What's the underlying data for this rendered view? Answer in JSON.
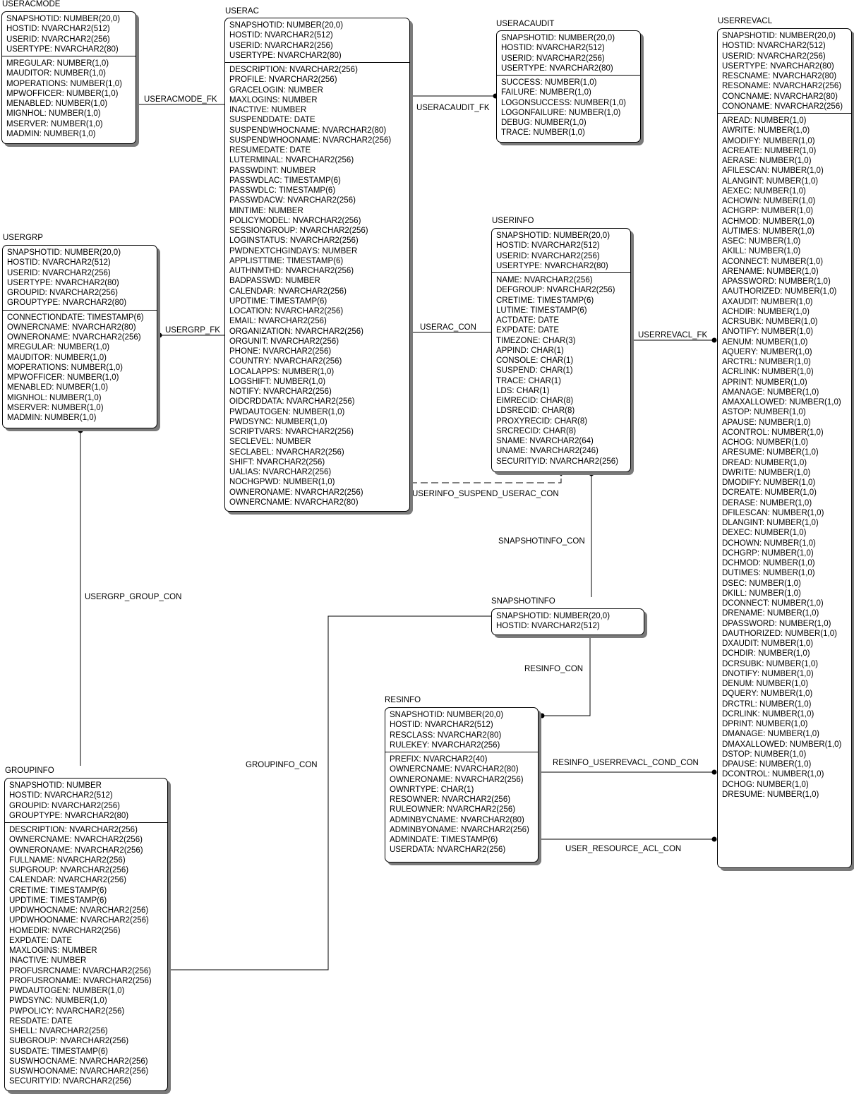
{
  "entities": {
    "useracmode": {
      "name": "USERACMODE",
      "keys": [
        "SNAPSHOTID: NUMBER(20,0)",
        "HOSTID: NVARCHAR2(512)",
        "USERID: NVARCHAR2(256)",
        "USERTYPE: NVARCHAR2(80)"
      ],
      "attributes": [
        "MREGULAR: NUMBER(1,0)",
        "MAUDITOR: NUMBER(1,0)",
        "MOPERATIONS: NUMBER(1,0)",
        "MPWOFFICER: NUMBER(1,0)",
        "MENABLED: NUMBER(1,0)",
        "MIGNHOL: NUMBER(1,0)",
        "MSERVER: NUMBER(1,0)",
        "MADMIN: NUMBER(1,0)"
      ]
    },
    "userac": {
      "name": "USERAC",
      "keys": [
        "SNAPSHOTID: NUMBER(20,0)",
        "HOSTID: NVARCHAR2(512)",
        "USERID: NVARCHAR2(256)",
        "USERTYPE: NVARCHAR2(80)"
      ],
      "attributes": [
        "DESCRIPTION: NVARCHAR2(256)",
        "PROFILE: NVARCHAR2(256)",
        "GRACELOGIN: NUMBER",
        "MAXLOGINS: NUMBER",
        "INACTIVE: NUMBER",
        "SUSPENDDATE: DATE",
        "SUSPENDWHOCNAME: NVARCHAR2(80)",
        "SUSPENDWHOONAME: NVARCHAR2(256)",
        "RESUMEDATE: DATE",
        "LUTERMINAL: NVARCHAR2(256)",
        "PASSWDINT: NUMBER",
        "PASSWDLAC: TIMESTAMP(6)",
        "PASSWDLC: TIMESTAMP(6)",
        "PASSWDACW: NVARCHAR2(256)",
        "MINTIME: NUMBER",
        "POLICYMODEL: NVARCHAR2(256)",
        "SESSIONGROUP: NVARCHAR2(256)",
        "LOGINSTATUS: NVARCHAR2(256)",
        "PWDNEXTCHGINDAYS: NUMBER",
        "APPLISTTIME: TIMESTAMP(6)",
        "AUTHNMTHD: NVARCHAR2(256)",
        "BADPASSWD: NUMBER",
        "CALENDAR: NVARCHAR2(256)",
        "UPDTIME: TIMESTAMP(6)",
        "LOCATION: NVARCHAR2(256)",
        "EMAIL: NVARCHAR2(256)",
        "ORGANIZATION: NVARCHAR2(256)",
        "ORGUNIT: NVARCHAR2(256)",
        "PHONE: NVARCHAR2(256)",
        "COUNTRY: NVARCHAR2(256)",
        "LOCALAPPS: NUMBER(1,0)",
        "LOGSHIFT: NUMBER(1,0)",
        "NOTIFY: NVARCHAR2(256)",
        "OIDCRDDATA: NVARCHAR2(256)",
        "PWDAUTOGEN: NUMBER(1,0)",
        "PWDSYNC: NUMBER(1,0)",
        "SCRIPTVARS: NVARCHAR2(256)",
        "SECLEVEL: NUMBER",
        "SECLABEL: NVARCHAR2(256)",
        "SHIFT: NVARCHAR2(256)",
        "UALIAS: NVARCHAR2(256)",
        "NOCHGPWD: NUMBER(1,0)",
        "OWNERONAME: NVARCHAR2(256)",
        "OWNERCNAME: NVARCHAR2(80)"
      ]
    },
    "useracaudit": {
      "name": "USERACAUDIT",
      "keys": [
        "SNAPSHOTID: NUMBER(20,0)",
        "HOSTID: NVARCHAR2(512)",
        "USERID: NVARCHAR2(256)",
        "USERTYPE: NVARCHAR2(80)"
      ],
      "attributes": [
        "SUCCESS: NUMBER(1,0)",
        "FAILURE: NUMBER(1,0)",
        "LOGONSUCCESS: NUMBER(1,0)",
        "LOGONFAILURE: NUMBER(1,0)",
        "DEBUG: NUMBER(1,0)",
        "TRACE: NUMBER(1,0)"
      ]
    },
    "userrevacl": {
      "name": "USERREVACL",
      "keys": [
        "SNAPSHOTID: NUMBER(20,0)",
        "HOSTID: NVARCHAR2(512)",
        "USERID: NVARCHAR2(256)",
        "USERTYPE: NVARCHAR2(80)",
        "RESCNAME: NVARCHAR2(80)",
        "RESONAME: NVARCHAR2(256)",
        "CONCNAME: NVARCHAR2(80)",
        "CONONAME: NVARCHAR2(256)"
      ],
      "attributes": [
        "AREAD: NUMBER(1,0)",
        "AWRITE: NUMBER(1,0)",
        "AMODIFY: NUMBER(1,0)",
        "ACREATE: NUMBER(1,0)",
        "AERASE: NUMBER(1,0)",
        "AFILESCAN: NUMBER(1,0)",
        "ALANGINT: NUMBER(1,0)",
        "AEXEC: NUMBER(1,0)",
        "ACHOWN: NUMBER(1,0)",
        "ACHGRP: NUMBER(1,0)",
        "ACHMOD: NUMBER(1,0)",
        "AUTIMES: NUMBER(1,0)",
        "ASEC: NUMBER(1,0)",
        "AKILL: NUMBER(1,0)",
        "ACONNECT: NUMBER(1,0)",
        "ARENAME: NUMBER(1,0)",
        "APASSWORD: NUMBER(1,0)",
        "AAUTHORIZED: NUMBER(1,0)",
        "AXAUDIT: NUMBER(1,0)",
        "ACHDIR: NUMBER(1,0)",
        "ACRSUBK: NUMBER(1,0)",
        "ANOTIFY: NUMBER(1,0)",
        "AENUM: NUMBER(1,0)",
        "AQUERY: NUMBER(1,0)",
        "ARCTRL: NUMBER(1,0)",
        "ACRLINK: NUMBER(1,0)",
        "APRINT: NUMBER(1,0)",
        "AMANAGE: NUMBER(1,0)",
        "AMAXALLOWED: NUMBER(1,0)",
        "ASTOP: NUMBER(1,0)",
        "APAUSE: NUMBER(1,0)",
        "ACONTROL: NUMBER(1,0)",
        "ACHOG: NUMBER(1,0)",
        "ARESUME: NUMBER(1,0)",
        "DREAD: NUMBER(1,0)",
        "DWRITE: NUMBER(1,0)",
        "DMODIFY: NUMBER(1,0)",
        "DCREATE: NUMBER(1,0)",
        "DERASE: NUMBER(1,0)",
        "DFILESCAN: NUMBER(1,0)",
        "DLANGINT: NUMBER(1,0)",
        "DEXEC: NUMBER(1,0)",
        "DCHOWN: NUMBER(1,0)",
        "DCHGRP: NUMBER(1,0)",
        "DCHMOD: NUMBER(1,0)",
        "DUTIMES: NUMBER(1,0)",
        "DSEC: NUMBER(1,0)",
        "DKILL: NUMBER(1,0)",
        "DCONNECT: NUMBER(1,0)",
        "DRENAME: NUMBER(1,0)",
        "DPASSWORD: NUMBER(1,0)",
        "DAUTHORIZED: NUMBER(1,0)",
        "DXAUDIT: NUMBER(1,0)",
        "DCHDIR: NUMBER(1,0)",
        "DCRSUBK: NUMBER(1,0)",
        "DNOTIFY: NUMBER(1,0)",
        "DENUM: NUMBER(1,0)",
        "DQUERY: NUMBER(1,0)",
        "DRCTRL: NUMBER(1,0)",
        "DCRLINK: NUMBER(1,0)",
        "DPRINT: NUMBER(1,0)",
        "DMANAGE: NUMBER(1,0)",
        "DMAXALLOWED: NUMBER(1,0)",
        "DSTOP: NUMBER(1,0)",
        "DPAUSE: NUMBER(1,0)",
        "DCONTROL: NUMBER(1,0)",
        "DCHOG: NUMBER(1,0)",
        "DRESUME: NUMBER(1,0)"
      ]
    },
    "usergrp": {
      "name": "USERGRP",
      "keys": [
        "SNAPSHOTID: NUMBER(20,0)",
        "HOSTID: NVARCHAR2(512)",
        "USERID: NVARCHAR2(256)",
        "USERTYPE: NVARCHAR2(80)",
        "GROUPID: NVARCHAR2(256)",
        "GROUPTYPE: NVARCHAR2(80)"
      ],
      "attributes": [
        "CONNECTIONDATE: TIMESTAMP(6)",
        "OWNERCNAME: NVARCHAR2(80)",
        "OWNERONAME: NVARCHAR2(256)",
        "MREGULAR: NUMBER(1,0)",
        "MAUDITOR: NUMBER(1,0)",
        "MOPERATIONS: NUMBER(1,0)",
        "MPWOFFICER: NUMBER(1,0)",
        "MENABLED: NUMBER(1,0)",
        "MIGNHOL: NUMBER(1,0)",
        "MSERVER: NUMBER(1,0)",
        "MADMIN: NUMBER(1,0)"
      ]
    },
    "userinfo": {
      "name": "USERINFO",
      "keys": [
        "SNAPSHOTID: NUMBER(20,0)",
        "HOSTID: NVARCHAR2(512)",
        "USERID: NVARCHAR2(256)",
        "USERTYPE: NVARCHAR2(80)"
      ],
      "attributes": [
        "NAME: NVARCHAR2(256)",
        "DEFGROUP: NVARCHAR2(256)",
        "CRETIME: TIMESTAMP(6)",
        "LUTIME: TIMESTAMP(6)",
        "ACTDATE: DATE",
        "EXPDATE: DATE",
        "TIMEZONE: CHAR(3)",
        "APPIND: CHAR(1)",
        "CONSOLE: CHAR(1)",
        "SUSPEND: CHAR(1)",
        "TRACE: CHAR(1)",
        "LDS: CHAR(1)",
        "EIMRECID: CHAR(8)",
        "LDSRECID: CHAR(8)",
        "PROXYRECID: CHAR(8)",
        "SRCRECID: CHAR(8)",
        "SNAME: NVARCHAR2(64)",
        "UNAME: NVARCHAR2(246)",
        "SECURITYID: NVARCHAR2(256)"
      ]
    },
    "snapshotinfo": {
      "name": "SNAPSHOTINFO",
      "keys": [
        "SNAPSHOTID: NUMBER(20,0)",
        "HOSTID: NVARCHAR2(512)"
      ],
      "attributes": []
    },
    "resinfo": {
      "name": "RESINFO",
      "keys": [
        "SNAPSHOTID: NUMBER(20,0)",
        "HOSTID: NVARCHAR2(512)",
        "RESCLASS: NVARCHAR2(80)",
        "RULEKEY: NVARCHAR2(256)"
      ],
      "attributes": [
        "PREFIX: NVARCHAR2(40)",
        "OWNERCNAME: NVARCHAR2(80)",
        "OWNERONAME: NVARCHAR2(256)",
        "OWNRTYPE: CHAR(1)",
        "RESOWNER: NVARCHAR2(256)",
        "RULEOWNER: NVARCHAR2(256)",
        "ADMINBYCNAME: NVARCHAR2(80)",
        "ADMINBYONAME: NVARCHAR2(256)",
        "ADMINDATE: TIMESTAMP(6)",
        "USERDATA: NVARCHAR2(256)"
      ]
    },
    "groupinfo": {
      "name": "GROUPINFO",
      "keys": [
        "SNAPSHOTID: NUMBER",
        "HOSTID: NVARCHAR2(512)",
        "GROUPID: NVARCHAR2(256)",
        "GROUPTYPE: NVARCHAR2(80)"
      ],
      "attributes": [
        "DESCRIPTION: NVARCHAR2(256)",
        "OWNERCNAME: NVARCHAR2(256)",
        "OWNERONAME: NVARCHAR2(256)",
        "FULLNAME: NVARCHAR2(256)",
        "SUPGROUP: NVARCHAR2(256)",
        "CALENDAR: NVARCHAR2(256)",
        "CRETIME: TIMESTAMP(6)",
        "UPDTIME: TIMESTAMP(6)",
        "UPDWHOCNAME: NVARCHAR2(256)",
        "UPDWHOONAME: NVARCHAR2(256)",
        "HOMEDIR: NVARCHAR2(256)",
        "EXPDATE: DATE",
        "MAXLOGINS: NUMBER",
        "INACTIVE: NUMBER",
        "PROFUSRCNAME: NVARCHAR2(256)",
        "PROFUSRONAME: NVARCHAR2(256)",
        "PWDAUTOGEN: NUMBER(1,0)",
        "PWDSYNC: NUMBER(1,0)",
        "PWPOLICY: NVARCHAR2(256)",
        "RESDATE: DATE",
        "SHELL: NVARCHAR2(256)",
        "SUBGROUP: NVARCHAR2(256)",
        "SUSDATE: TIMESTAMP(6)",
        "SUSWHOCNAME: NVARCHAR2(256)",
        "SUSWHOONAME: NVARCHAR2(256)",
        "SECURITYID: NVARCHAR2(256)"
      ]
    }
  },
  "relationships": {
    "useracmode_fk": "USERACMODE_FK",
    "useracaudit_fk": "USERACAUDIT_FK",
    "usergrp_fk": "USERGRP_FK",
    "userac_con": "USERAC_CON",
    "userrevacl_fk": "USERREVACL_FK",
    "userinfo_suspend_userac_con": "USERINFO_SUSPEND_USERAC_CON",
    "snapshotinfo_con": "SNAPSHOTINFO_CON",
    "usergrp_group_con": "USERGRP_GROUP_CON",
    "resinfo_con": "RESINFO_CON",
    "groupinfo_con": "GROUPINFO_CON",
    "resinfo_userrevacl_cond_con": "RESINFO_USERREVACL_COND_CON",
    "user_resource_acl_con": "USER_RESOURCE_ACL_CON"
  },
  "colors": {
    "line": "#000000",
    "shadow": "#7a7a7a",
    "background": "#ffffff"
  }
}
